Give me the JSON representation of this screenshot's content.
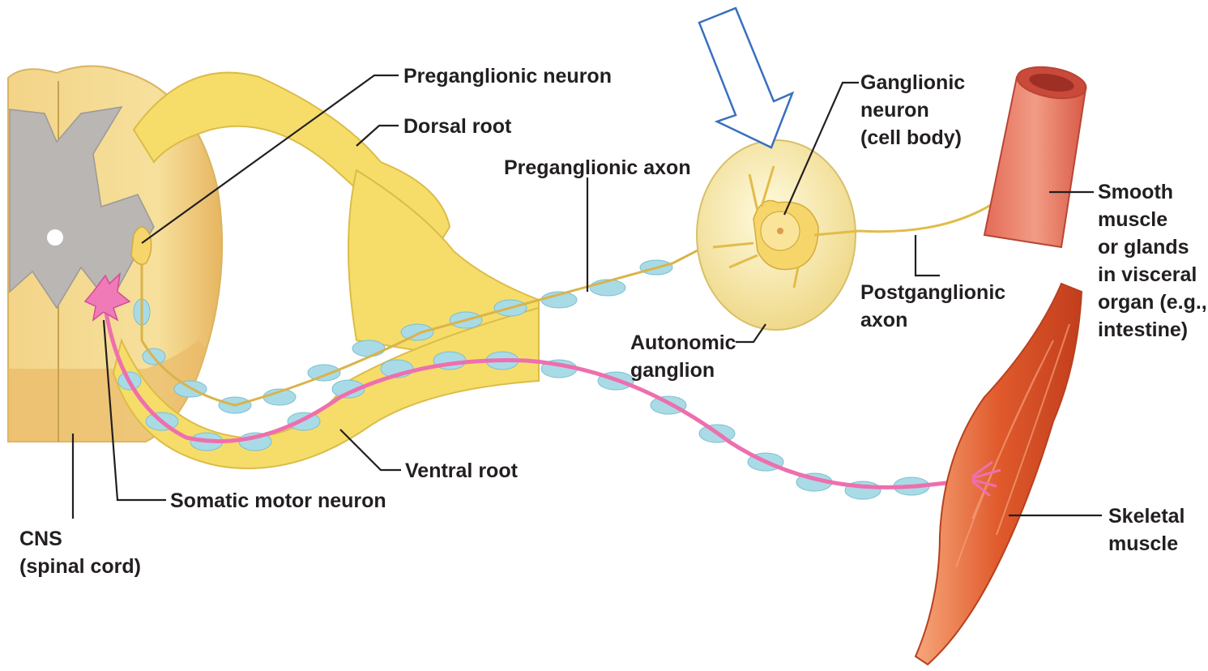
{
  "labels": {
    "preganglionic_neuron": "Preganglionic neuron",
    "dorsal_root": "Dorsal root",
    "preganglionic_axon": "Preganglionic axon",
    "ganglionic_neuron": [
      "Ganglionic",
      "neuron",
      "(cell body)"
    ],
    "smooth_muscle": [
      "Smooth",
      "muscle",
      "or glands",
      "in visceral",
      "organ (e.g.,",
      "intestine)"
    ],
    "postganglionic_axon": [
      "Postganglionic",
      "axon"
    ],
    "autonomic_ganglion": [
      "Autonomic",
      "ganglion"
    ],
    "ventral_root": "Ventral root",
    "somatic_motor_neuron": "Somatic motor neuron",
    "cns": [
      "CNS",
      "(spinal cord)"
    ],
    "skeletal_muscle": [
      "Skeletal",
      "muscle"
    ]
  },
  "colors": {
    "spinal_cord": "#f4d98c",
    "gray_matter": "#b9b6b3",
    "root_yellow": "#f6dd6a",
    "myelin": "#a9dbe6",
    "motor_neuron": "#f07ab8",
    "ganglion": "#f8edb4",
    "smooth_muscle": "#e8806a",
    "skeletal_muscle": "#e2582f",
    "highlight_arrow": "#3a6fbe"
  },
  "icons": {
    "highlight": "down-arrow-outline-icon"
  }
}
